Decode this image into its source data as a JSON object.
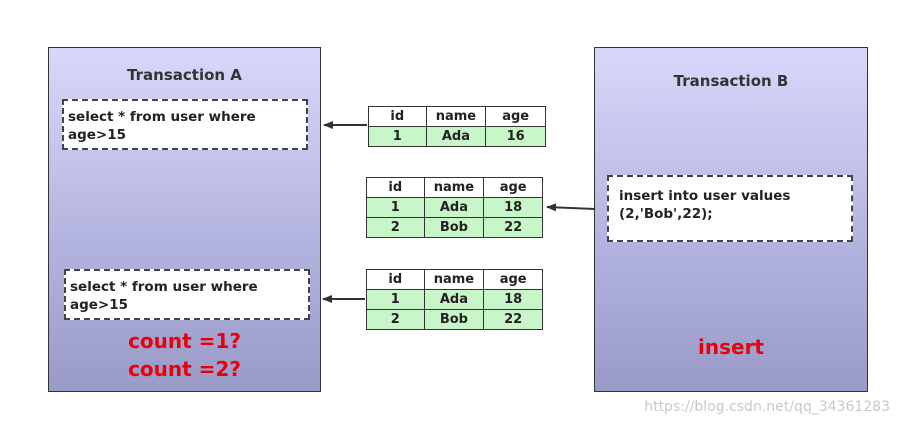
{
  "transaction_a": {
    "title": "Transaction A",
    "query1_line1": "select * from user where",
    "query1_line2": "age>15",
    "query2_line1": "select * from user where",
    "query2_line2": "age>15",
    "count_line1": "count =1?",
    "count_line2": "count =2?"
  },
  "transaction_b": {
    "title": "Transaction B",
    "insert_line1": "insert into user values",
    "insert_line2": "(2,'Bob',22);",
    "insert_label": "insert"
  },
  "tables": [
    {
      "headers": [
        "id",
        "name",
        "age"
      ],
      "rows": [
        [
          "1",
          "Ada",
          "16"
        ]
      ]
    },
    {
      "headers": [
        "id",
        "name",
        "age"
      ],
      "rows": [
        [
          "1",
          "Ada",
          "18"
        ],
        [
          "2",
          "Bob",
          "22"
        ]
      ]
    },
    {
      "headers": [
        "id",
        "name",
        "age"
      ],
      "rows": [
        [
          "1",
          "Ada",
          "18"
        ],
        [
          "2",
          "Bob",
          "22"
        ]
      ]
    }
  ],
  "watermark": "https://blog.csdn.net/qq_34361283",
  "colors": {
    "panel_top": "#d8d8fb",
    "panel_bottom": "#9a9ac6",
    "row_fill": "#c8f6c8",
    "highlight_red": "#e8000b"
  }
}
